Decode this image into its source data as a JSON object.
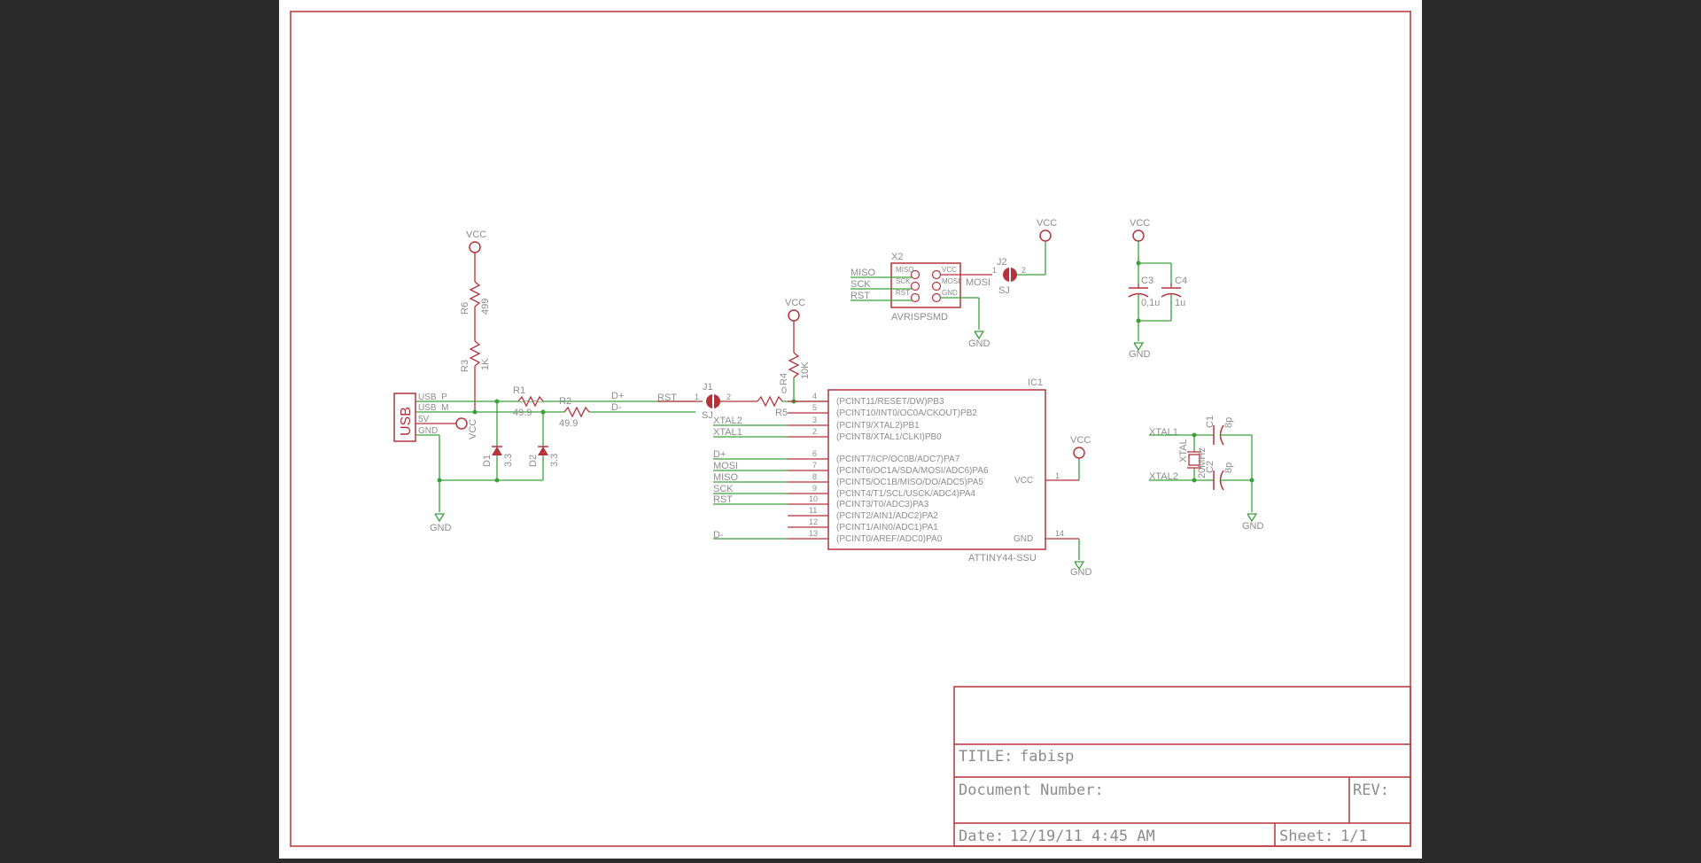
{
  "colors": {
    "background": "#2b2b2b",
    "sheet": "#ffffff",
    "symbol": "#b5333a",
    "net": "#3aa03a",
    "label": "#8c8c8c"
  },
  "supply": {
    "vcc": "VCC",
    "gnd": "GND"
  },
  "usb": {
    "name": "USB",
    "pins": [
      "USB_P",
      "USB_M",
      "5V",
      "GND"
    ]
  },
  "resistors": {
    "r6": {
      "name": "R6",
      "value": "499"
    },
    "r3": {
      "name": "R3",
      "value": "1K"
    },
    "r1": {
      "name": "R1",
      "value": "49.9"
    },
    "r2": {
      "name": "R2",
      "value": "49.9"
    },
    "r4": {
      "name": "R4",
      "value": "10K"
    },
    "r5": {
      "name": "R5",
      "value": "0"
    }
  },
  "diodes": {
    "d1": {
      "name": "D1",
      "value": "3.3"
    },
    "d2": {
      "name": "D2",
      "value": "3.3"
    }
  },
  "nets": {
    "d_plus": "D+",
    "d_minus": "D-",
    "rst": "RST",
    "miso": "MISO",
    "mosi": "MOSI",
    "sck": "SCK",
    "xtal1": "XTAL1",
    "xtal2": "XTAL2",
    "vcc": "VCC"
  },
  "jumpers": {
    "j1": {
      "name": "J1",
      "value": "SJ",
      "pin1": "1",
      "pin2": "2"
    },
    "j2": {
      "name": "J2",
      "value": "SJ",
      "pin1": "1",
      "pin2": "2"
    }
  },
  "isp": {
    "name": "X2",
    "value": "AVRISPSMD",
    "left_pins": [
      "MISO",
      "SCK",
      "RST"
    ],
    "right_pins": [
      "VCC",
      "MOSI",
      "GND"
    ]
  },
  "caps": {
    "c3": {
      "name": "C3",
      "value": "0,1u"
    },
    "c4": {
      "name": "C4",
      "value": "1u"
    },
    "c1": {
      "name": "C1",
      "value": "8p"
    },
    "c2": {
      "name": "C2",
      "value": "8p"
    }
  },
  "crystal": {
    "name": "XTAL",
    "value": "20MHz"
  },
  "ic": {
    "name": "IC1",
    "value": "ATTINY44-SSU",
    "pins": [
      {
        "num": "4",
        "label": "(PCINT11/RESET/DW)PB3"
      },
      {
        "num": "5",
        "label": "(PCINT10/INT0/OC0A/CKOUT)PB2"
      },
      {
        "num": "3",
        "label": "(PCINT9/XTAL2)PB1"
      },
      {
        "num": "2",
        "label": "(PCINT8/XTAL1/CLKI)PB0"
      },
      {
        "num": "6",
        "label": "(PCINT7/ICP/OC0B/ADC7)PA7"
      },
      {
        "num": "7",
        "label": "(PCINT6/OC1A/SDA/MOSI/ADC6)PA6"
      },
      {
        "num": "8",
        "label": "(PCINT5/OC1B/MISO/DO/ADC5)PA5"
      },
      {
        "num": "9",
        "label": "(PCINT4/T1/SCL/USCK/ADC4)PA4"
      },
      {
        "num": "10",
        "label": "(PCINT3/T0/ADC3)PA3"
      },
      {
        "num": "11",
        "label": "(PCINT2/AIN1/ADC2)PA2"
      },
      {
        "num": "12",
        "label": "(PCINT1/AIN0/ADC1)PA1"
      },
      {
        "num": "13",
        "label": "(PCINT0/AREF/ADC0)PA0"
      }
    ],
    "vcc_pin": {
      "num": "1",
      "label": "VCC"
    },
    "gnd_pin": {
      "num": "14",
      "label": "GND"
    }
  },
  "title_block": {
    "title_label": "TITLE:",
    "title": "fabisp",
    "doc_label": "Document Number:",
    "rev_label": "REV:",
    "date_label": "Date:",
    "date": "12/19/11 4:45 AM",
    "sheet_label": "Sheet:",
    "sheet": "1/1"
  }
}
